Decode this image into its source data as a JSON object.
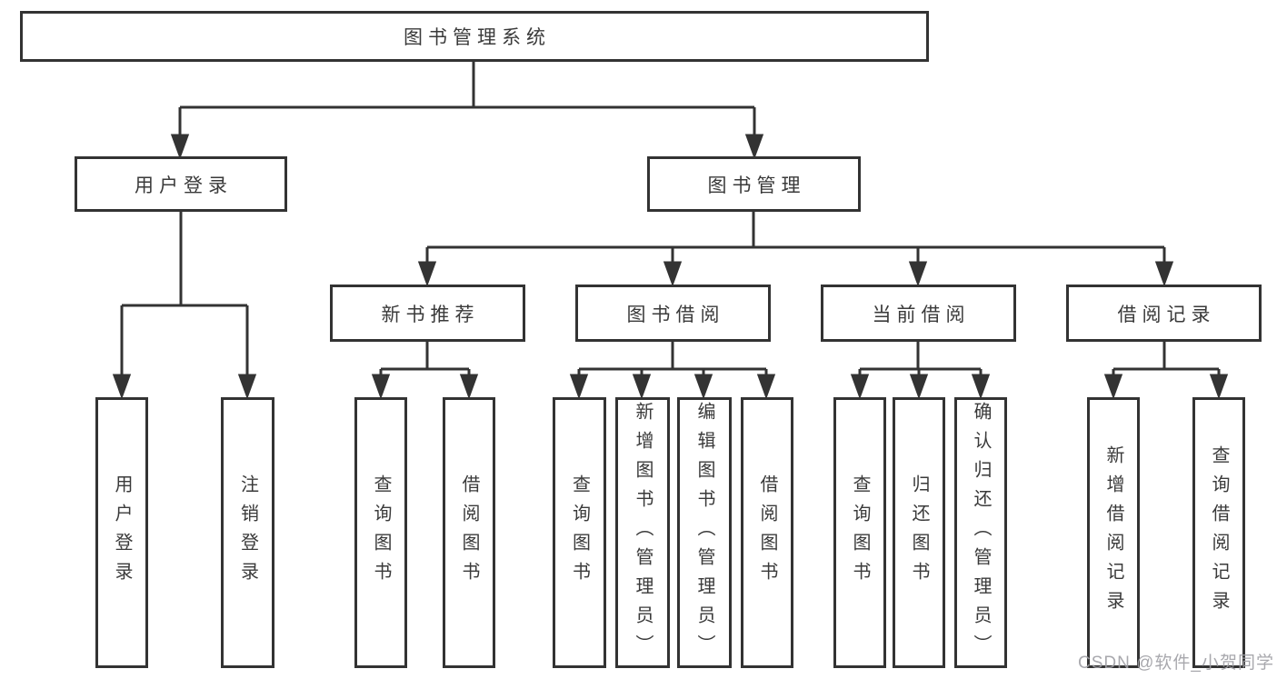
{
  "tree": {
    "label": "图书管理系统",
    "children": [
      {
        "label": "用户登录",
        "children": [
          {
            "label": "用户登录"
          },
          {
            "label": "注销登录"
          }
        ]
      },
      {
        "label": "图书管理",
        "children": [
          {
            "label": "新书推荐",
            "children": [
              {
                "label": "查询图书"
              },
              {
                "label": "借阅图书"
              }
            ]
          },
          {
            "label": "图书借阅",
            "children": [
              {
                "label": "查询图书"
              },
              {
                "label": "新增图书（管理员）"
              },
              {
                "label": "编辑图书（管理员）"
              },
              {
                "label": "借阅图书"
              }
            ]
          },
          {
            "label": "当前借阅",
            "children": [
              {
                "label": "查询图书"
              },
              {
                "label": "归还图书"
              },
              {
                "label": "确认归还（管理员）"
              }
            ]
          },
          {
            "label": "借阅记录",
            "children": [
              {
                "label": "新增借阅记录"
              },
              {
                "label": "查询借阅记录"
              }
            ]
          }
        ]
      }
    ]
  },
  "watermark": {
    "text": "CSDN @软件_小贺同学"
  },
  "colors": {
    "line": "#333333",
    "border": "#333333",
    "text": "#3a3a3a",
    "watermark": "#9e9ea4",
    "background": "#ffffff"
  }
}
